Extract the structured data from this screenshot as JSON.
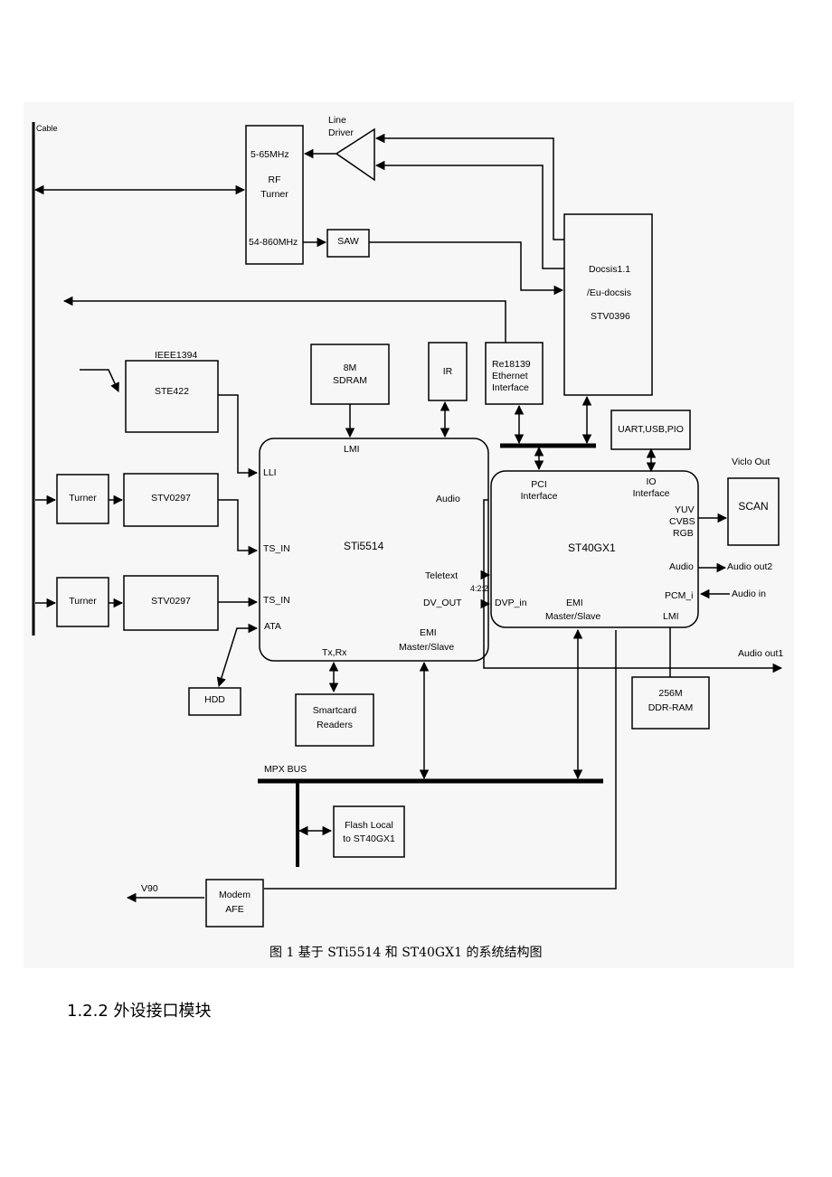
{
  "figure": {
    "caption": "图 1 基于 STi5514 和 ST40GX1 的系统结构图",
    "labels": {
      "cable": "Cable",
      "line_driver_1": "Line",
      "line_driver_2": "Driver",
      "rf_freq_up": "5-65MHz",
      "rf_name_1": "RF",
      "rf_name_2": "Turner",
      "rf_freq_down": "54-860MHz",
      "saw": "SAW",
      "docsis_1": "Docsis1.1",
      "docsis_2": "/Eu-docsis",
      "docsis_3": "STV0396",
      "ieee1394": "IEEE1394",
      "ste422": "STE422",
      "sdram_1": "8M",
      "sdram_2": "SDRAM",
      "ir": "IR",
      "eth_1": "Re18139",
      "eth_2": "Ethernet",
      "eth_3": "Interface",
      "uart": "UART,USB,PIO",
      "video_out": "Viclo Out",
      "scan": "SCAN",
      "lmi_top": "LMI",
      "lli": "LLI",
      "sti_audio": "Audio",
      "sti5514": "STi5514",
      "ts_in_1": "TS_IN",
      "ts_in_2": "TS_IN",
      "teletext": "Teletext",
      "ratio": "4:2:2",
      "dv_out": "DV_OUT",
      "ata": "ATA",
      "txrx": "Tx,Rx",
      "sti_emi_1": "EMI",
      "sti_emi_2": "Master/Slave",
      "tuner_1": "Turner",
      "tuner_2": "Turner",
      "stv0297_1": "STV0297",
      "stv0297_2": "STV0297",
      "pci_1": "PCI",
      "pci_2": "Interface",
      "io_1": "IO",
      "io_2": "Interface",
      "yuv": "YUV",
      "cvbs": "CVBS",
      "rgb": "RGB",
      "st40gx1": "ST40GX1",
      "st_audio": "Audio",
      "audio_out2": "Audio out2",
      "pcm_i": "PCM_i",
      "audio_in": "Audio in",
      "dvp_in": "DVP_in",
      "st_emi_1": "EMI",
      "st_emi_2": "Master/Slave",
      "lmi_bottom": "LMI",
      "audio_out1": "Audio out1",
      "hdd": "HDD",
      "smartcard_1": "Smartcard",
      "smartcard_2": "Readers",
      "ddr_1": "256M",
      "ddr_2": "DDR-RAM",
      "mpx_bus": "MPX BUS",
      "flash_1": "Flash  Local",
      "flash_2": "to ST40GX1",
      "v90": "V90",
      "modem_1": "Modem",
      "modem_2": "AFE"
    }
  },
  "section_heading": "1.2.2  外设接口模块"
}
